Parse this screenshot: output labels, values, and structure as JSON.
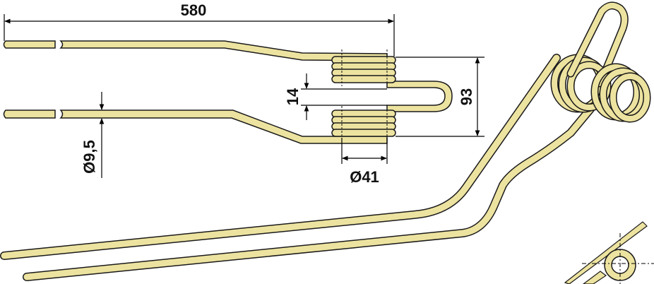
{
  "colors": {
    "spring_fill": "#EDE3A0",
    "spring_outline": "#1a1a1a",
    "dimension_line": "#000000",
    "background": "#ffffff"
  },
  "dimensions": {
    "length": "580",
    "coil_gap": "14",
    "height": "93",
    "wire_diameter": "Ø9,5",
    "coil_diameter": "Ø41"
  }
}
